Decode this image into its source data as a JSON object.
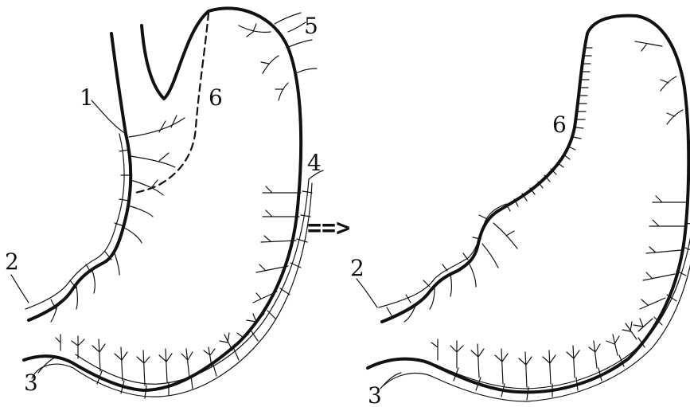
{
  "labels": {
    "left_1": "1",
    "left_2": "2",
    "left_3": "3",
    "left_4": "4",
    "left_5": "5",
    "left_6": "6",
    "right_2": "2",
    "right_3": "3",
    "right_6": "6"
  },
  "arrow": "==>"
}
